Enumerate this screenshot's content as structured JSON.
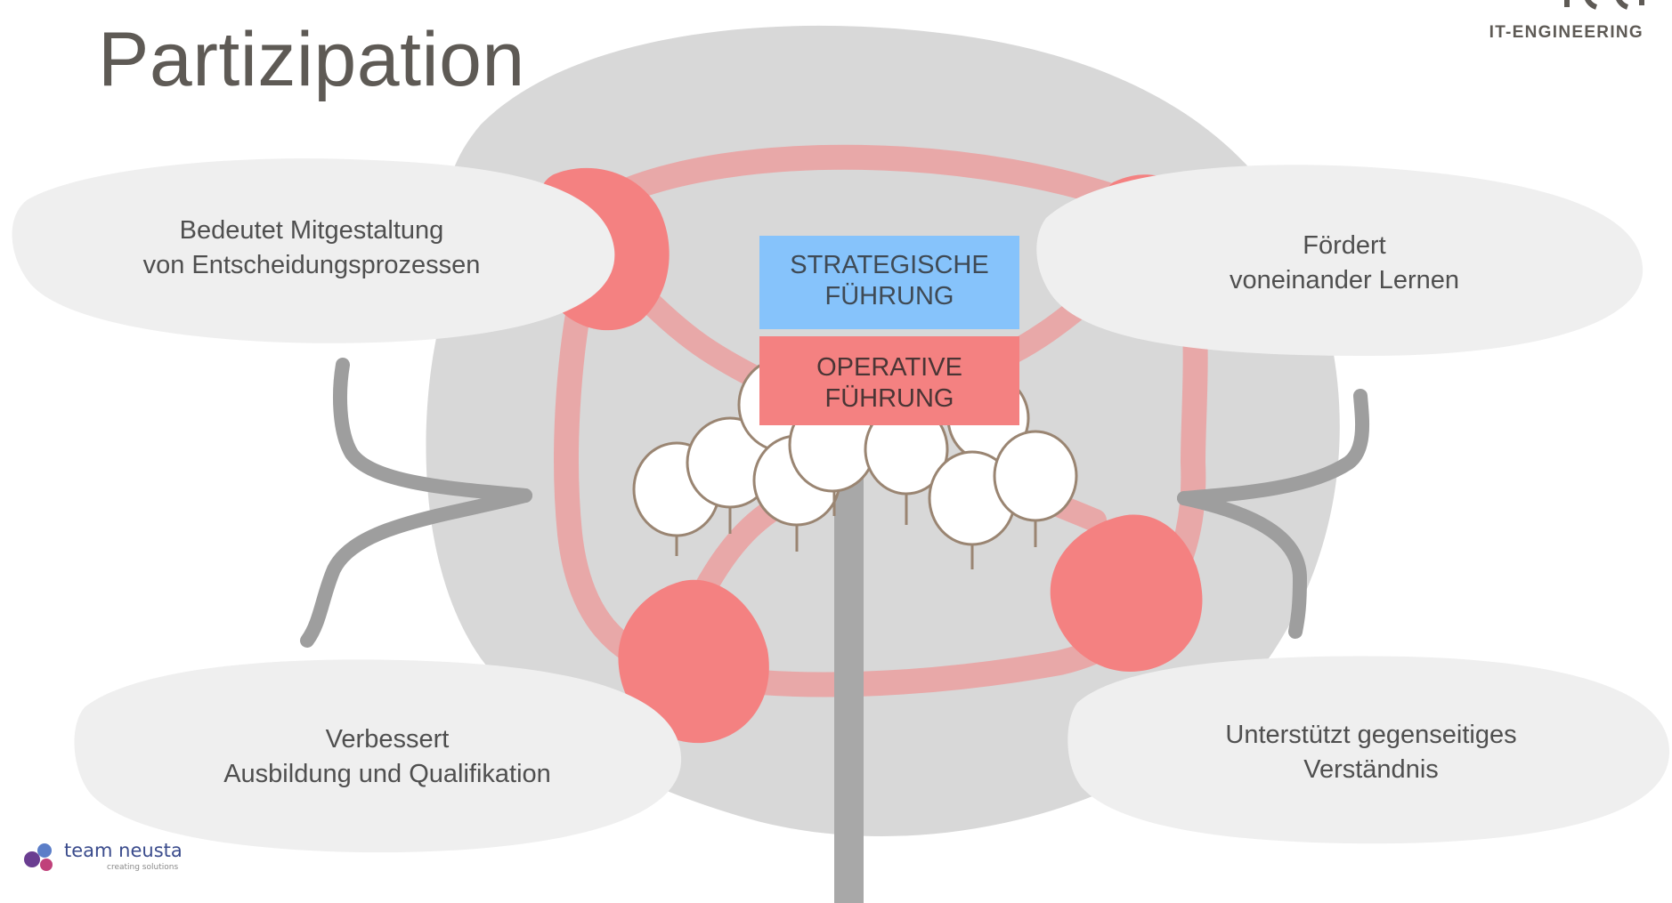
{
  "title": "Partizipation",
  "brand": {
    "name": "IT-ENGINEERING"
  },
  "boxes": {
    "strategic": [
      "STRATEGISCHE",
      "FÜHRUNG"
    ],
    "operative": [
      "OPERATIVE",
      "FÜHRUNG"
    ]
  },
  "bubbles": {
    "top_left": [
      "Bedeutet Mitgestaltung",
      "von Entscheidungsprozessen"
    ],
    "top_right": [
      "Fördert",
      "voneinander Lernen"
    ],
    "bottom_left": [
      "Verbessert",
      "Ausbildung und Qualifikation"
    ],
    "bottom_right": [
      "Unterstützt gegenseitiges",
      "Verständnis"
    ]
  },
  "footer_logo": {
    "name": "team neusta",
    "tagline": "creating solutions"
  },
  "colors": {
    "title_text": "#5e5a55",
    "backdrop_blob": "#d8d8d8",
    "bubble_fill": "#efefef",
    "ring_stroke": "#e8a8a8",
    "node_red": "#f48181",
    "box_blue": "#86c3fb",
    "box_red": "#f48181",
    "arrow_gray": "#9e9e9e",
    "pole_gray": "#a8a8a8"
  }
}
